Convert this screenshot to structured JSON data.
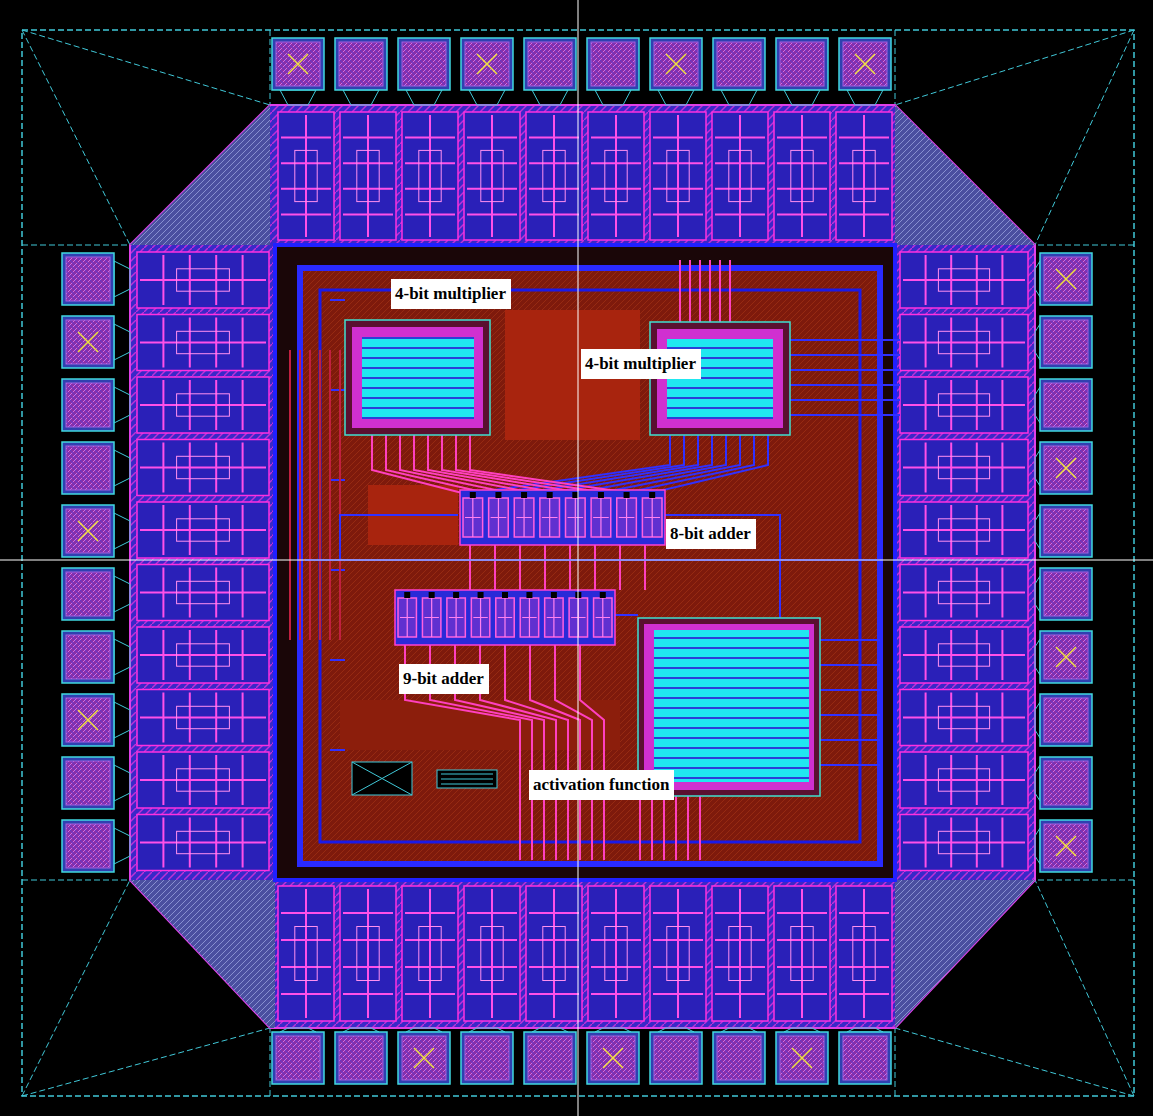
{
  "diagram": {
    "labels": [
      "4-bit multiplier",
      "4-bit multiplier",
      "8-bit adder",
      "9-bit adder",
      "activation function"
    ]
  }
}
